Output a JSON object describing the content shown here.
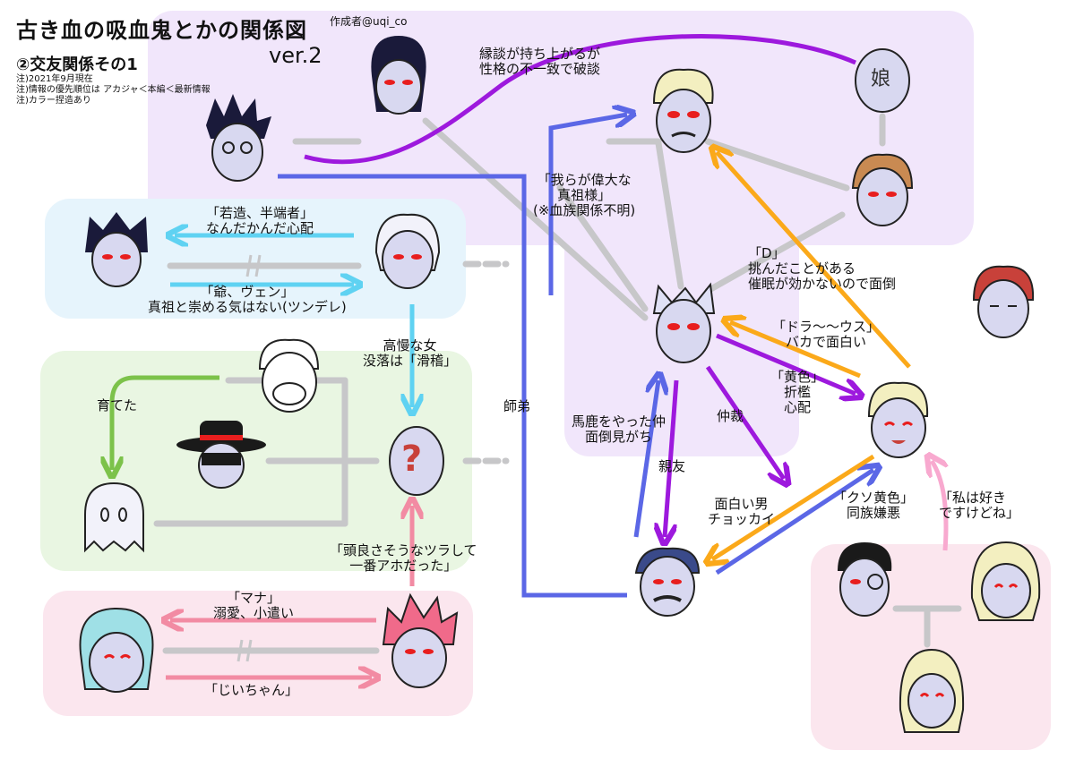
{
  "header": {
    "title": "古き血の吸血鬼とかの関係図",
    "subtitle": "②交友関係その1",
    "version": "ver.2",
    "author": "作成者@uqi_co",
    "notes": [
      "注)2021年9月現在",
      "注)情報の優先順位は アカジャ＜本編＜最新情報",
      "注)カラー捏造あり"
    ]
  },
  "face_glyphs": {
    "musume": "娘",
    "question": "?"
  },
  "labels": {
    "engagement": [
      "縁談が持ち上がるが",
      "性格の不一致で破談"
    ],
    "shinso": [
      "「我らが偉大な",
      "真祖様」",
      "(※血族関係不明)"
    ],
    "wakazou": [
      "「若造、半端者」",
      "なんだかんだ心配"
    ],
    "jiji": [
      "「爺、ヴェン」",
      "真祖と崇める気はない(ツンデレ)"
    ],
    "koman": [
      "高慢な女",
      "没落は「滑稽」"
    ],
    "sodateta": "育てた",
    "shitei": "師弟",
    "d_label": [
      "「D」",
      "挑んだことがある",
      "催眠が効かないので面倒"
    ],
    "dora": [
      "「ドラ～～ウス」",
      "バカで面白い"
    ],
    "kiiro": [
      "「黄色」",
      "折檻",
      "心配"
    ],
    "baka": [
      "馬鹿をやった仲",
      "面倒見がち"
    ],
    "shinyu": "親友",
    "chusai": "仲裁",
    "omoshiroi": [
      "面白い男",
      "チョッカイ"
    ],
    "kuso": [
      "「クソ黄色」",
      "同族嫌悪"
    ],
    "suki": [
      "「私は好き",
      "ですけどね」"
    ],
    "atama": [
      "「頭良さそうなツラして",
      "一番アホだった」"
    ],
    "mana": [
      "「マナ」",
      "溺愛、小遣い"
    ],
    "jiichan": "「じいちゃん」"
  },
  "colors": {
    "purple_panel": "#f1e6fb",
    "blue_panel": "#e6f4fc",
    "green_panel": "#e9f6e2",
    "pink_panel": "#fbe6ee",
    "gray_line": "#c7c7c9",
    "blue_line": "#5b67e6",
    "purple_arrow": "#9d19dd",
    "orange_arrow": "#fba91a",
    "cyan_arrow": "#5fd2f2",
    "green_arrow": "#7cc24a",
    "pink_arrow": "#f28ba3",
    "light_pink_arrow": "#f8a9cf",
    "face_skin": "#d8d8f0",
    "eye_red": "#e81e1e"
  }
}
